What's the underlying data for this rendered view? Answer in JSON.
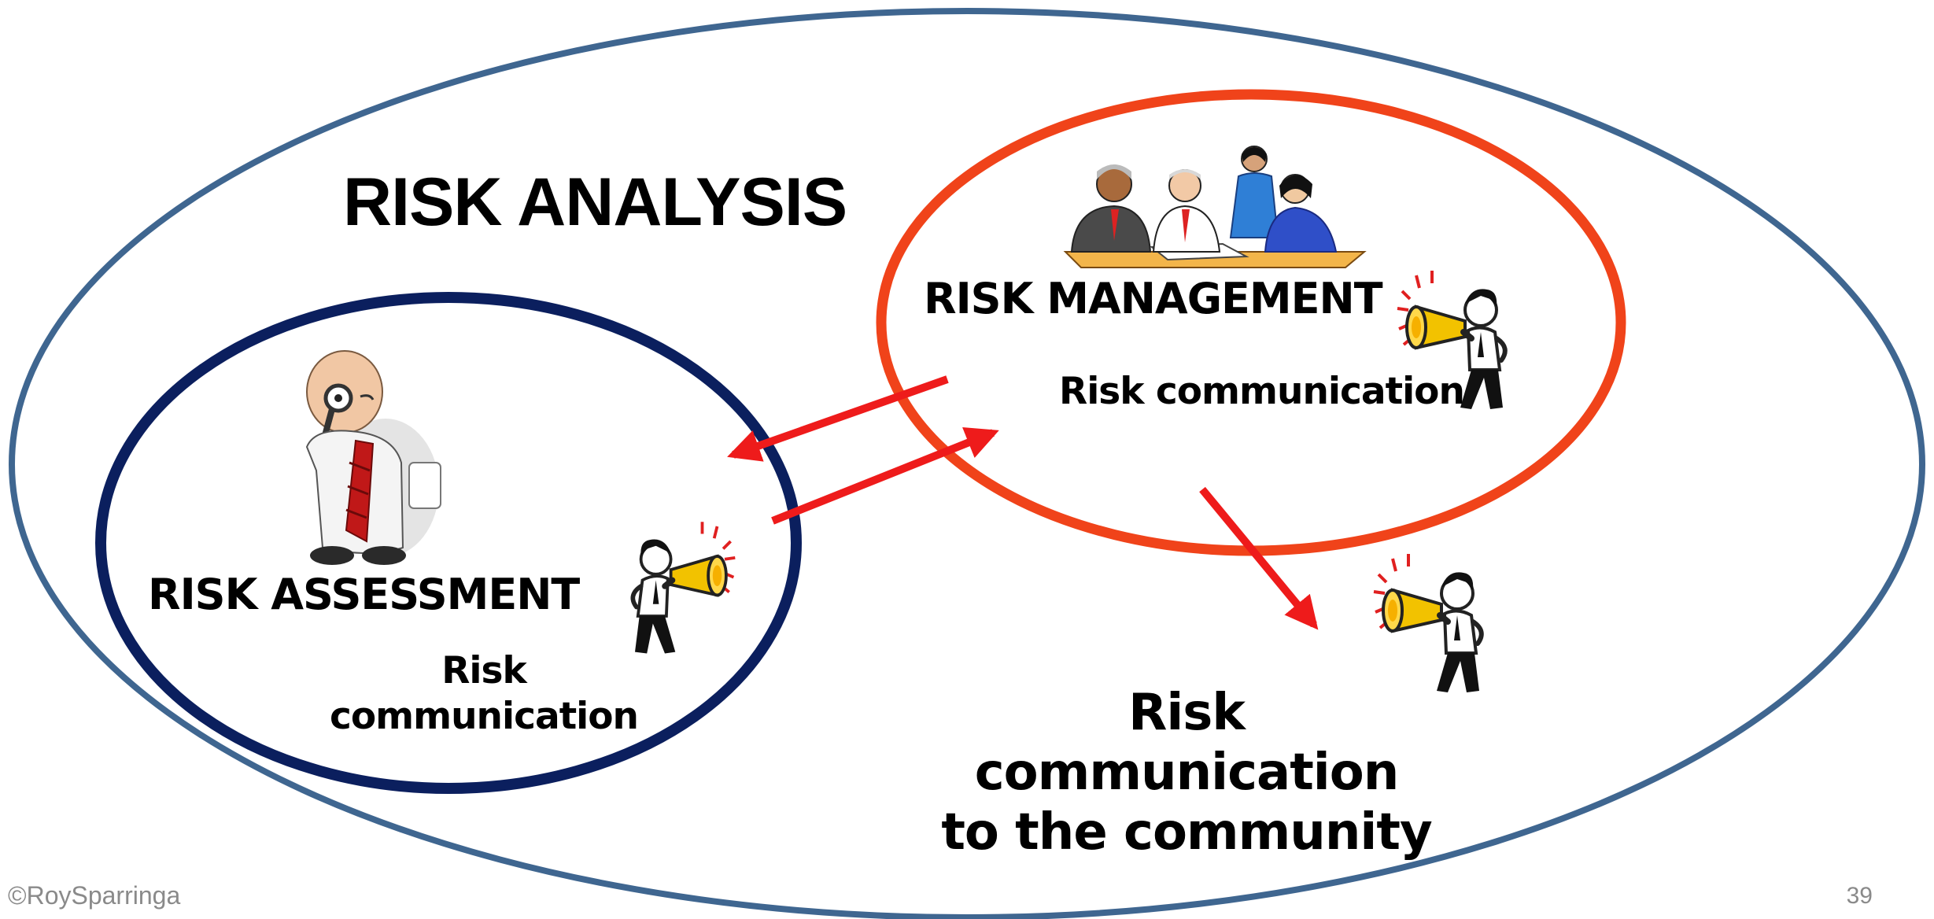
{
  "title": "RISK ANALYSIS",
  "management": {
    "label": "RISK MANAGEMENT",
    "communication": "Risk communication"
  },
  "assessment": {
    "label": "RISK ASSESSMENT",
    "communication_line1": "Risk",
    "communication_line2": "communication"
  },
  "community": {
    "line1": "Risk communication",
    "line2": "to the community"
  },
  "footer": {
    "copyright": "©RoySparringa",
    "page_number": "39"
  },
  "colors": {
    "outer_ellipse": "#3f6690",
    "assessment_ellipse": "#0b1f5e",
    "management_ellipse": "#f0431a",
    "arrow": "#ee1b1b"
  },
  "icons": [
    "meeting-group-icon",
    "inspector-with-magnifier-icon",
    "megaphone-person-icon"
  ]
}
